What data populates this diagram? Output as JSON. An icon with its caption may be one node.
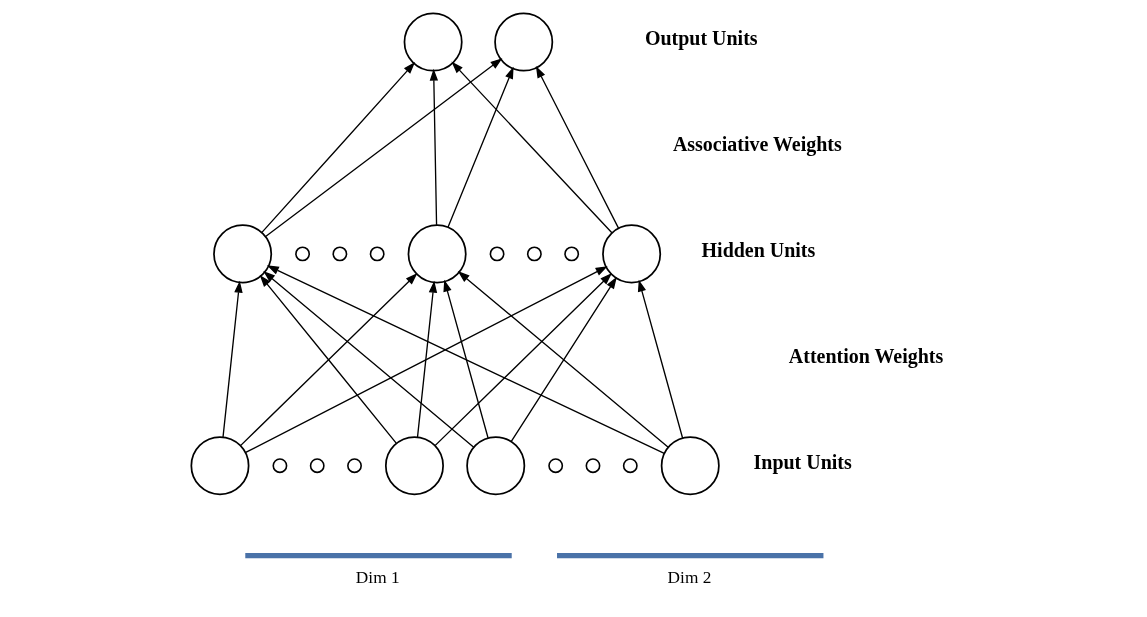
{
  "diagram": {
    "nodes": [
      {
        "text": [],
        "shape": "circle"
      },
      {
        "text": [],
        "shape": "circle"
      },
      {
        "text": [],
        "shape": "circle"
      },
      {
        "text": [],
        "shape": "circle"
      },
      {
        "text": [],
        "shape": "circle"
      },
      {
        "text": [],
        "shape": "circle"
      },
      {
        "text": [],
        "shape": "circle"
      },
      {
        "text": [],
        "shape": "circle"
      },
      {
        "text": [],
        "shape": "circle"
      },
      {
        "text": [],
        "shape": "dot"
      },
      {
        "text": [],
        "shape": "dot"
      },
      {
        "text": [],
        "shape": "dot"
      },
      {
        "text": [],
        "shape": "dot"
      },
      {
        "text": [],
        "shape": "dot"
      },
      {
        "text": [],
        "shape": "dot"
      },
      {
        "text": [],
        "shape": "dot"
      },
      {
        "text": [],
        "shape": "dot"
      },
      {
        "text": [],
        "shape": "dot"
      },
      {
        "text": [],
        "shape": "dot"
      },
      {
        "text": [],
        "shape": "dot"
      },
      {
        "text": [],
        "shape": "dot"
      },
      {
        "text": [],
        "shape": "bar",
        "beside": [
          "Dim 1"
        ]
      },
      {
        "text": [],
        "shape": "bar",
        "beside": [
          "Dim 2"
        ]
      }
    ],
    "edges": [
      {
        "from": 2,
        "to": 0,
        "arrow": "to"
      },
      {
        "from": 2,
        "to": 1,
        "arrow": "to"
      },
      {
        "from": 3,
        "to": 0,
        "arrow": "to"
      },
      {
        "from": 3,
        "to": 1,
        "arrow": "to"
      },
      {
        "from": 4,
        "to": 0,
        "arrow": "to"
      },
      {
        "from": 4,
        "to": 1,
        "arrow": "to"
      },
      {
        "from": 5,
        "to": 2,
        "arrow": "to"
      },
      {
        "from": 5,
        "to": 3,
        "arrow": "to"
      },
      {
        "from": 5,
        "to": 4,
        "arrow": "to"
      },
      {
        "from": 6,
        "to": 2,
        "arrow": "to"
      },
      {
        "from": 6,
        "to": 3,
        "arrow": "to"
      },
      {
        "from": 6,
        "to": 4,
        "arrow": "to"
      },
      {
        "from": 7,
        "to": 2,
        "arrow": "to"
      },
      {
        "from": 7,
        "to": 3,
        "arrow": "to"
      },
      {
        "from": 7,
        "to": 4,
        "arrow": "to"
      },
      {
        "from": 8,
        "to": 2,
        "arrow": "to"
      },
      {
        "from": 8,
        "to": 3,
        "arrow": "to"
      },
      {
        "from": 8,
        "to": 4,
        "arrow": "to"
      }
    ],
    "labels": [
      "Output Units",
      "Associative Weights",
      "Hidden Units",
      "Attention Weights",
      "Input Units"
    ]
  }
}
